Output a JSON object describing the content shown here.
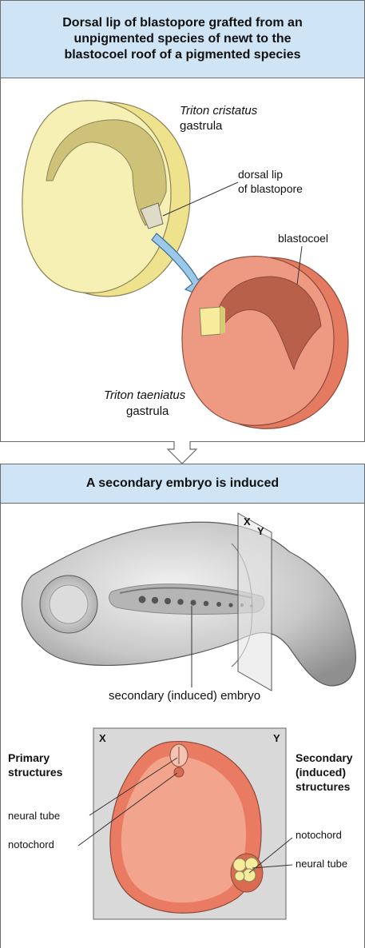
{
  "top_panel": {
    "title_line1": "Dorsal lip of blastopore grafted from an",
    "title_line2": "unpigmented species of newt to the",
    "title_line3": "blastocoel roof of a pigmented species",
    "species1_name": "Triton cristatus",
    "species1_stage": "gastrula",
    "dorsal_lip_line1": "dorsal lip",
    "dorsal_lip_line2": "of blastopore",
    "blastocoel_label": "blastocoel",
    "species2_name": "Triton taeniatus",
    "species2_stage": "gastrula"
  },
  "bottom_panel": {
    "title": "A secondary embryo is induced",
    "plane_x": "X",
    "plane_y": "Y",
    "embryo_caption": "secondary (induced) embryo",
    "section_x": "X",
    "section_y": "Y",
    "primary_line1": "Primary",
    "primary_line2": "structures",
    "primary_neural_tube": "neural tube",
    "primary_notochord": "notochord",
    "secondary_line1": "Secondary",
    "secondary_line2": "(induced)",
    "secondary_line3": "structures",
    "secondary_notochord": "notochord",
    "secondary_neural_tube": "neural tube"
  },
  "colors": {
    "header_bg": "#cfe5f5",
    "unpigmented": "#f4eba0",
    "pigmented": "#e9836a",
    "arrow": "#9cc8ea",
    "section_bg": "#d9d9d9"
  }
}
